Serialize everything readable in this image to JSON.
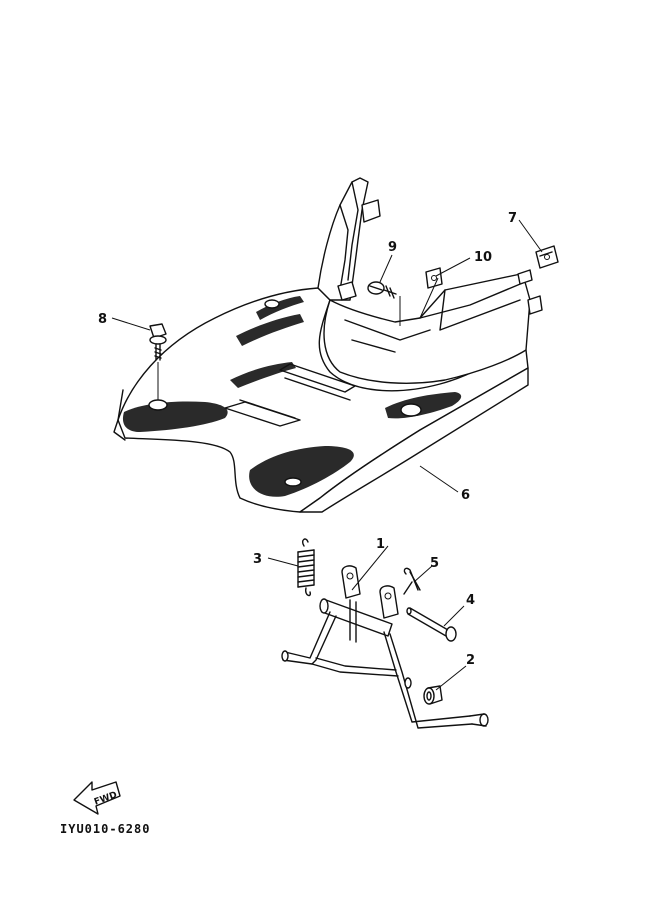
{
  "diagram_code": "IYU010-6280",
  "fwd_label": "FWD",
  "callouts": [
    {
      "id": "1",
      "label": "1"
    },
    {
      "id": "2",
      "label": "2"
    },
    {
      "id": "3",
      "label": "3"
    },
    {
      "id": "4",
      "label": "4"
    },
    {
      "id": "5",
      "label": "5"
    },
    {
      "id": "6",
      "label": "6"
    },
    {
      "id": "7",
      "label": "7"
    },
    {
      "id": "8",
      "label": "8"
    },
    {
      "id": "9",
      "label": "9"
    },
    {
      "id": "10",
      "label": "10"
    }
  ],
  "colors": {
    "ink": "#111111",
    "background": "#ffffff"
  }
}
